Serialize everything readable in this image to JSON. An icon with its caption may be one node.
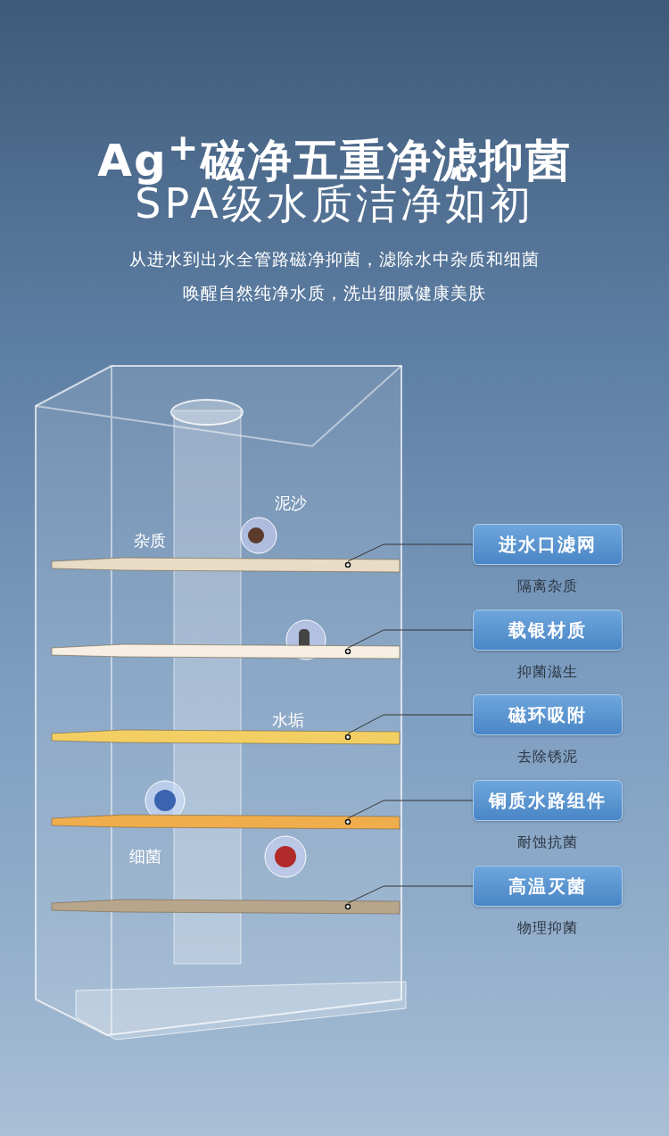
{
  "diagram": {
    "title": "Ag$^{+}$磁净五重净滤抑菌",
    "nodes": [
      {
        "text": [
          "进水口滤网"
        ],
        "beside": [
          "隔离杂质"
        ]
      },
      {
        "text": [
          "载银材质"
        ],
        "beside": [
          "抑菌滋生"
        ]
      },
      {
        "text": [
          "磁环吸附"
        ],
        "beside": [
          "去除锈泥"
        ]
      },
      {
        "text": [
          "铜质水路组件"
        ],
        "beside": [
          "耐蚀抗菌"
        ]
      },
      {
        "text": [
          "高温灭菌"
        ],
        "beside": [
          "物理抑菌"
        ]
      },
      {
        "text": [],
        "shape": "bar"
      },
      {
        "text": [],
        "shape": "bar"
      },
      {
        "text": [],
        "shape": "bar"
      },
      {
        "text": [],
        "shape": "bar"
      },
      {
        "text": [],
        "shape": "bar"
      }
    ],
    "edges": [
      {
        "from": 0,
        "to": 5,
        "arrow": "none"
      },
      {
        "from": 1,
        "to": 6,
        "arrow": "none"
      },
      {
        "from": 2,
        "to": 7,
        "arrow": "none"
      },
      {
        "from": 3,
        "to": 8,
        "arrow": "none"
      },
      {
        "from": 4,
        "to": 9,
        "arrow": "none"
      }
    ],
    "labels": [
      "SPA级水质洁净如初",
      "从进水到出水全管路磁净抑菌，滤除水中杂质和细菌",
      "唤醒自然纯净水质，洗出细腻健康美肤",
      "泥沙",
      "杂质",
      "水垢",
      "细菌"
    ]
  }
}
